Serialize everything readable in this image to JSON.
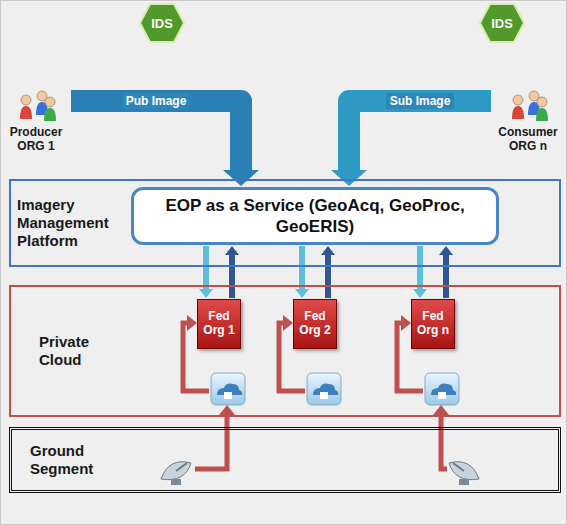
{
  "diagram": {
    "nodes": [
      {
        "text": [
          "IDS"
        ]
      },
      {
        "text": [
          "IDS"
        ]
      },
      {
        "text": [
          "Producer ORG 1"
        ]
      },
      {
        "text": [
          "Consumer ORG n"
        ]
      },
      {
        "text": [
          "Imagery Management Platform"
        ]
      },
      {
        "text": [
          "EOP as a Service (GeoAcq, GeoProc, GeoERIS)"
        ],
        "in": 4
      },
      {
        "text": [
          "Private Cloud"
        ]
      },
      {
        "text": [
          "Fed Org 1"
        ],
        "in": 6
      },
      {
        "text": [
          "Fed Org 2"
        ],
        "in": 6
      },
      {
        "text": [
          "Fed Org n"
        ],
        "in": 6
      },
      {
        "text": [
          "Ground Segment"
        ]
      }
    ],
    "edges": [
      {
        "from": 2,
        "to": 5,
        "label": "Pub Image",
        "arrow": "to"
      },
      {
        "from": 3,
        "to": 5,
        "label": "Sub Image",
        "arrow": "to"
      },
      {
        "from": 5,
        "to": 7,
        "arrow": "to"
      },
      {
        "from": 7,
        "to": 5,
        "arrow": "to"
      },
      {
        "from": 5,
        "to": 8,
        "arrow": "to"
      },
      {
        "from": 8,
        "to": 5,
        "arrow": "to"
      },
      {
        "from": 5,
        "to": 9,
        "arrow": "to"
      },
      {
        "from": 9,
        "to": 5,
        "arrow": "to"
      }
    ]
  }
}
